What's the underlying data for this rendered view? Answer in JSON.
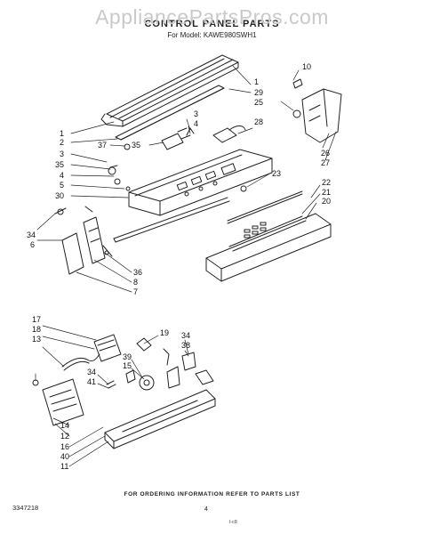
{
  "watermark": "AppliancePartsPros.com",
  "title": "CONTROL PANEL PARTS",
  "subtitle": "For Model: KAWE980SWH1",
  "footer_note": "FOR ORDERING INFORMATION REFER TO PARTS LIST",
  "doc_number": "3347218",
  "page_number": "4",
  "stamp": "l-c8",
  "callouts": [
    "1",
    "2",
    "3",
    "35",
    "4",
    "5",
    "30",
    "37",
    "35",
    "3",
    "4",
    "10",
    "1",
    "29",
    "25",
    "28",
    "26",
    "27",
    "23",
    "22",
    "21",
    "20",
    "34",
    "6",
    "36",
    "8",
    "7",
    "17",
    "18",
    "13",
    "19",
    "34",
    "38",
    "39",
    "15",
    "34",
    "41",
    "14",
    "12",
    "16",
    "40",
    "11"
  ]
}
